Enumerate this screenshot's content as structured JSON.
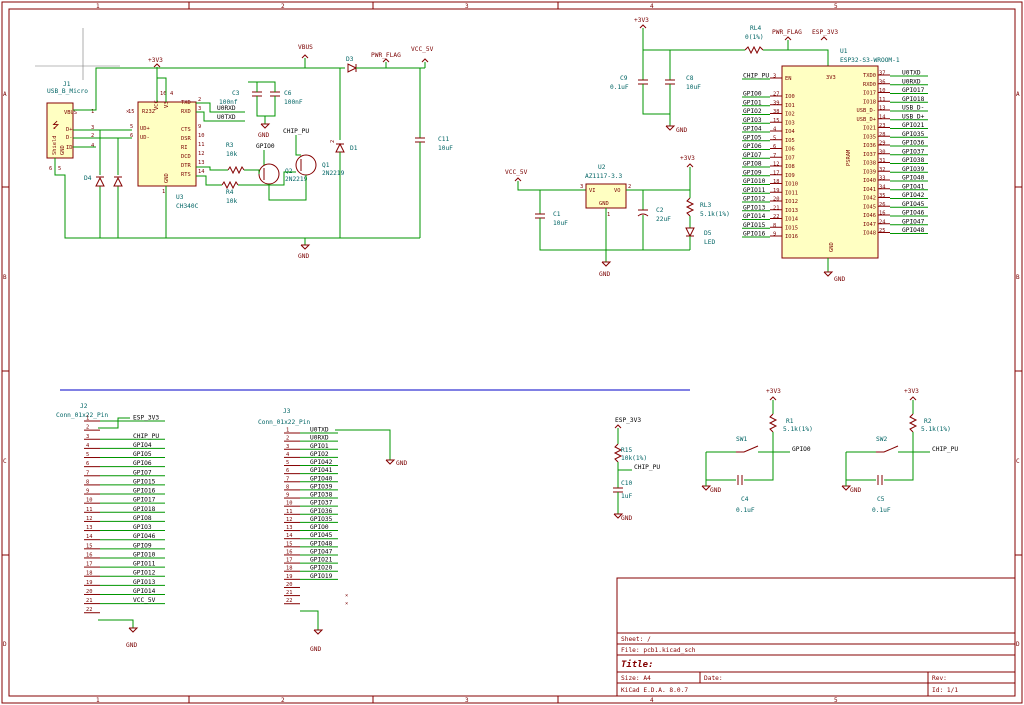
{
  "sheet": {
    "col_labels": [
      "1",
      "2",
      "3",
      "4",
      "5"
    ],
    "row_labels": [
      "A",
      "B",
      "C",
      "D"
    ]
  },
  "title_block": {
    "sheet": "Sheet: /",
    "file": "File: pcb1.kicad_sch",
    "title": "Title:",
    "size": "Size: A4",
    "date": "Date:",
    "rev": "Rev:",
    "tool": "KiCad E.D.A. 8.0.7",
    "id": "Id: 1/1"
  },
  "power": {
    "p3v3": "+3V3",
    "vbus": "VBUS",
    "gnd": "GND",
    "pwr_flag": "PWR_FLAG",
    "vcc_5v": "VCC_5V",
    "esp_3v3": "ESP_3V3"
  },
  "components": {
    "j1": {
      "ref": "J1",
      "value": "USB_B_Micro",
      "pins": [
        "VBUS",
        "D+",
        "D-",
        "ID",
        "GND",
        "Shield"
      ],
      "nums": [
        "1",
        "3",
        "2",
        "4",
        "5",
        "6"
      ]
    },
    "u3": {
      "ref": "U3",
      "value": "CH340C",
      "pins": [
        "R232",
        "UD+",
        "UD-",
        "TXD",
        "RXD",
        "CTS",
        "DSR",
        "RI",
        "DCD",
        "DTR",
        "RTS",
        "VCC",
        "V3",
        "GND"
      ],
      "nums": [
        "15",
        "5",
        "6",
        "2",
        "3",
        "9",
        "10",
        "11",
        "12",
        "13",
        "14",
        "16",
        "4",
        "1"
      ]
    },
    "c3": {
      "ref": "C3",
      "value": "100nf"
    },
    "c6": {
      "ref": "C6",
      "value": "100nF"
    },
    "c11": {
      "ref": "C11",
      "value": "10uF"
    },
    "d1": {
      "ref": "D1"
    },
    "d3": {
      "ref": "D3"
    },
    "d4": {
      "ref": "D4"
    },
    "r3": {
      "ref": "R3",
      "value": "10k"
    },
    "r4": {
      "ref": "R4",
      "value": "10k"
    },
    "q1": {
      "ref": "Q1",
      "value": "2N2219"
    },
    "q2": {
      "ref": "Q2",
      "value": "2N2219"
    },
    "u0txd": "U0TXD",
    "u0rxd": "U0RXD",
    "chip_pu": "CHIP_PU",
    "gpio0": "GPIO0",
    "rl4": {
      "ref": "RL4",
      "value": "0(1%)"
    },
    "c9": {
      "ref": "C9",
      "value": "0.1uF"
    },
    "c8": {
      "ref": "C8",
      "value": "10uF"
    },
    "u1": {
      "ref": "U1",
      "value": "ESP32-S3-WROOM-1",
      "psram": "PSRAM",
      "en": "EN",
      "v3": "3V3",
      "gnd": "GND"
    },
    "u1_left": [
      {
        "net": "CHIP_PU",
        "num": "3",
        "pin": "EN"
      },
      {
        "net": "GPIO0",
        "num": "27",
        "pin": "IO0"
      },
      {
        "net": "GPIO1",
        "num": "39",
        "pin": "IO1"
      },
      {
        "net": "GPIO2",
        "num": "38",
        "pin": "IO2"
      },
      {
        "net": "GPIO3",
        "num": "15",
        "pin": "IO3"
      },
      {
        "net": "GPIO4",
        "num": "4",
        "pin": "IO4"
      },
      {
        "net": "GPIO5",
        "num": "5",
        "pin": "IO5"
      },
      {
        "net": "GPIO6",
        "num": "6",
        "pin": "IO6"
      },
      {
        "net": "GPIO7",
        "num": "7",
        "pin": "IO7"
      },
      {
        "net": "GPIO8",
        "num": "12",
        "pin": "IO8"
      },
      {
        "net": "GPIO9",
        "num": "17",
        "pin": "IO9"
      },
      {
        "net": "GPIO10",
        "num": "18",
        "pin": "IO10"
      },
      {
        "net": "GPIO11",
        "num": "19",
        "pin": "IO11"
      },
      {
        "net": "GPIO12",
        "num": "20",
        "pin": "IO12"
      },
      {
        "net": "GPIO13",
        "num": "21",
        "pin": "IO13"
      },
      {
        "net": "GPIO14",
        "num": "22",
        "pin": "IO14"
      },
      {
        "net": "GPIO15",
        "num": "8",
        "pin": "IO15"
      },
      {
        "net": "GPIO16",
        "num": "9",
        "pin": "IO16"
      }
    ],
    "u1_right": [
      {
        "net": "U0TXD",
        "num": "37",
        "pin": "TXD0"
      },
      {
        "net": "U0RXD",
        "num": "36",
        "pin": "RXD0"
      },
      {
        "net": "GPIO17",
        "num": "10",
        "pin": "IO17"
      },
      {
        "net": "GPIO18",
        "num": "11",
        "pin": "IO18"
      },
      {
        "net": "USB_D-",
        "num": "13",
        "pin": "USB_D-"
      },
      {
        "net": "USB_D+",
        "num": "14",
        "pin": "USB_D+"
      },
      {
        "net": "GPIO21",
        "num": "23",
        "pin": "IO21"
      },
      {
        "net": "GPIO35",
        "num": "28",
        "pin": "IO35"
      },
      {
        "net": "GPIO36",
        "num": "29",
        "pin": "IO36"
      },
      {
        "net": "GPIO37",
        "num": "30",
        "pin": "IO37"
      },
      {
        "net": "GPIO38",
        "num": "31",
        "pin": "IO38"
      },
      {
        "net": "GPIO39",
        "num": "32",
        "pin": "IO39"
      },
      {
        "net": "GPIO40",
        "num": "33",
        "pin": "IO40"
      },
      {
        "net": "GPIO41",
        "num": "34",
        "pin": "IO41"
      },
      {
        "net": "GPIO42",
        "num": "35",
        "pin": "IO42"
      },
      {
        "net": "GPIO45",
        "num": "26",
        "pin": "IO45"
      },
      {
        "net": "GPIO46",
        "num": "16",
        "pin": "IO46"
      },
      {
        "net": "GPIO47",
        "num": "24",
        "pin": "IO47"
      },
      {
        "net": "GPIO48",
        "num": "25",
        "pin": "IO48"
      }
    ],
    "u2": {
      "ref": "U2",
      "value": "AZ1117-3.3",
      "vi": "VI",
      "vo": "VO",
      "gnd": "GND",
      "n1": "3",
      "n2": "2",
      "n3": "1"
    },
    "c1": {
      "ref": "C1",
      "value": "10uF"
    },
    "c2": {
      "ref": "C2",
      "value": "22uF"
    },
    "rl3": {
      "ref": "RL3",
      "value": "5.1k(1%)"
    },
    "d5": {
      "ref": "D5",
      "value": "LED"
    },
    "j2": {
      "ref": "J2",
      "value": "Conn_01x22_Pin",
      "nets": [
        "ESP_3V3",
        "",
        "CHIP_PU",
        "GPIO4",
        "GPIO5",
        "GPIO6",
        "GPIO7",
        "GPIO15",
        "GPIO16",
        "GPIO17",
        "GPIO18",
        "GPIO8",
        "GPIO3",
        "GPIO46",
        "GPIO9",
        "GPIO10",
        "GPIO11",
        "GPIO12",
        "GPIO13",
        "GPIO14",
        "VCC_5V",
        ""
      ]
    },
    "j3": {
      "ref": "J3",
      "value": "Conn_01x22_Pin",
      "nets": [
        "U0TXD",
        "U0RXD",
        "GPIO1",
        "GPIO2",
        "GPIO42",
        "GPIO41",
        "GPIO40",
        "GPIO39",
        "GPIO38",
        "GPIO37",
        "GPIO36",
        "GPIO35",
        "GPIO0",
        "GPIO45",
        "GPIO48",
        "GPIO47",
        "GPIO21",
        "GPIO20",
        "GPIO19",
        "",
        "",
        ""
      ]
    },
    "r15": {
      "ref": "R15",
      "value": "10k(1%)"
    },
    "c10": {
      "ref": "C10",
      "value": "1uF"
    },
    "r1": {
      "ref": "R1",
      "value": "5.1k(1%)"
    },
    "r2": {
      "ref": "R2",
      "value": "5.1k(1%)"
    },
    "sw1": {
      "ref": "SW1"
    },
    "sw2": {
      "ref": "SW2"
    },
    "c4": {
      "ref": "C4",
      "value": "0.1uF"
    },
    "c5": {
      "ref": "C5",
      "value": "0.1uF"
    }
  }
}
